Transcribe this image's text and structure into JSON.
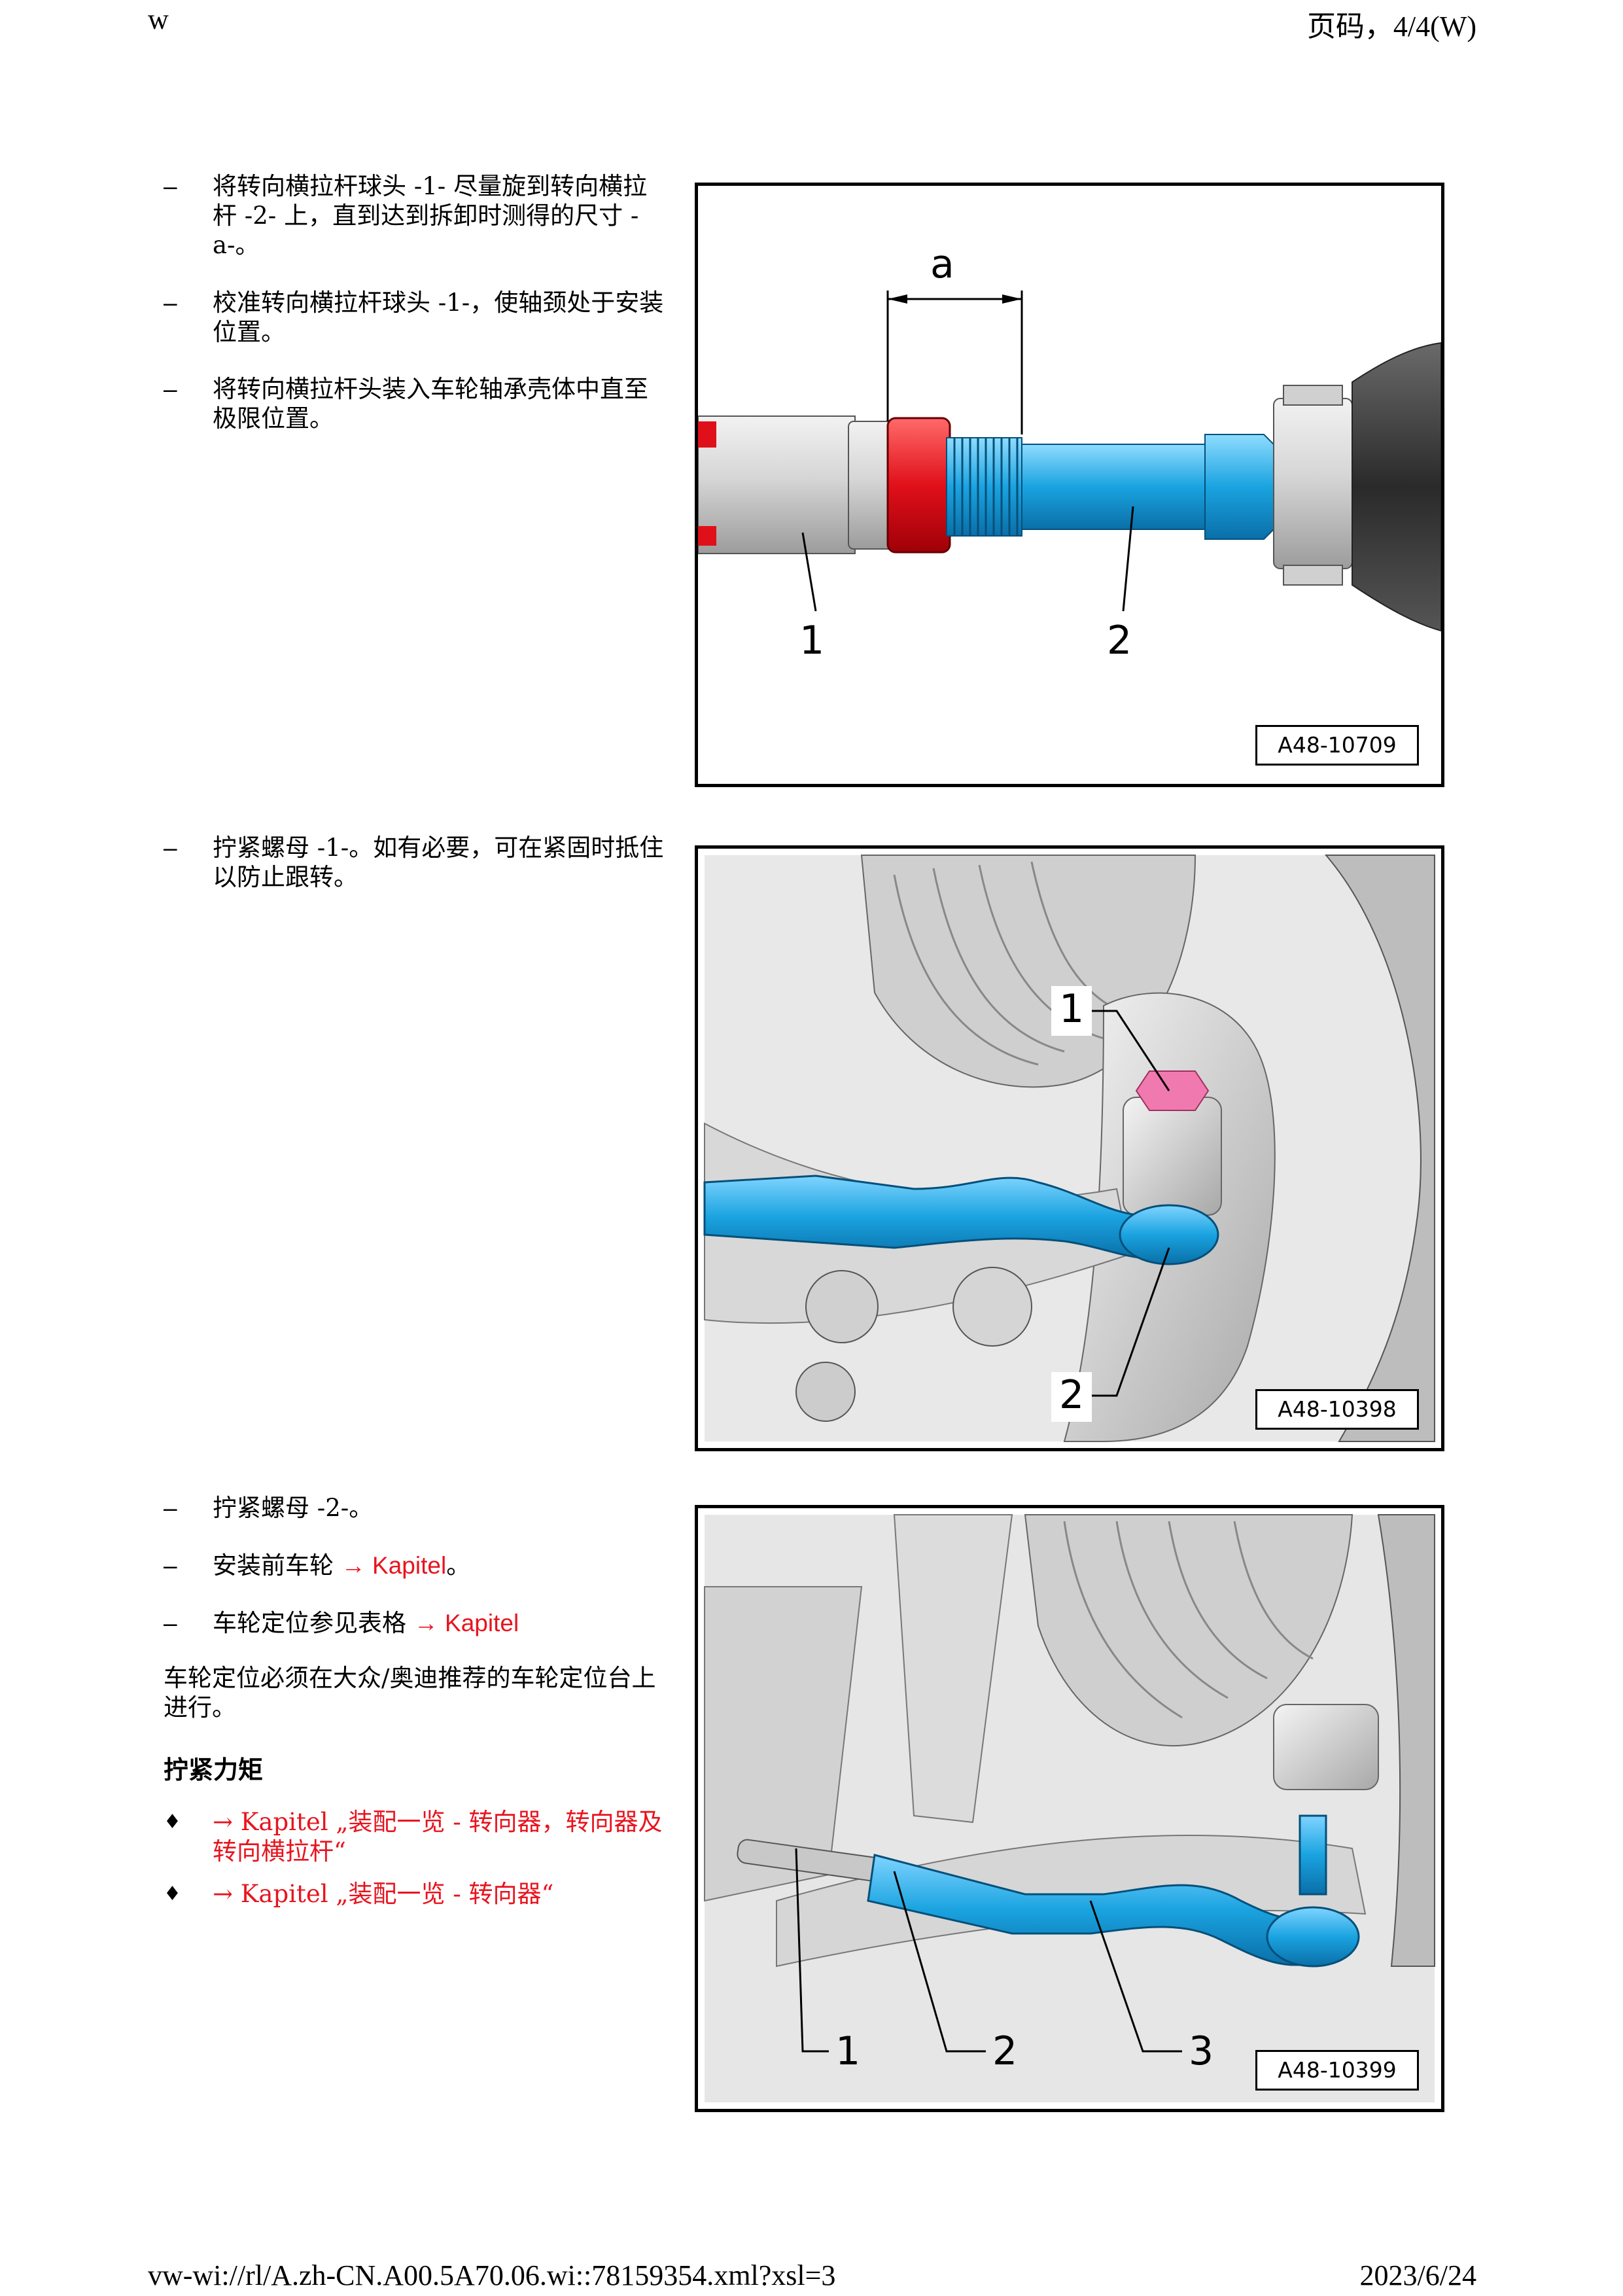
{
  "header": {
    "left": "w",
    "right": "页码，4/4(W)"
  },
  "footer": {
    "left": "vw-wi://rl/A.zh-CN.A00.5A70.06.wi::78159354.xml?xsl=3",
    "right": "2023/6/24"
  },
  "section1": {
    "steps": [
      "将转向横拉杆球头 -1- 尽量旋到转向横拉杆 -2- 上，直到达到拆卸时测得的尺寸 -a-。",
      "校准转向横拉杆球头 -1-，使轴颈处于安装位置。",
      "将转向横拉杆头装入车轮轴承壳体中直至极限位置。"
    ],
    "figure": {
      "id": "A48-10709",
      "dim_label": "a",
      "callouts": [
        "1",
        "2"
      ]
    }
  },
  "section2": {
    "steps": [
      "拧紧螺母 -1-。如有必要，可在紧固时抵住以防止跟转。"
    ],
    "figure": {
      "id": "A48-10398",
      "callouts": [
        "1",
        "2"
      ]
    }
  },
  "section3": {
    "step1": "拧紧螺母 -2-。",
    "step2_text": "安装前车轮 ",
    "step2_link": "→ Kapitel",
    "step2_end": "。",
    "step3_text": "车轮定位参见表格 ",
    "step3_link": "→ Kapitel",
    "note": "车轮定位必须在大众/奥迪推荐的车轮定位台上进行。",
    "heading": "拧紧力矩",
    "bullets": [
      "→ Kapitel „装配一览 - 转向器，转向器及转向横拉杆“",
      "→ Kapitel „装配一览 - 转向器“"
    ],
    "figure": {
      "id": "A48-10399",
      "callouts": [
        "1",
        "2",
        "3"
      ]
    }
  },
  "colors": {
    "link": "#e8141e",
    "highlight_blue": "#1aa3e0",
    "highlight_red": "#e0101a",
    "highlight_pink": "#f07ab0"
  }
}
